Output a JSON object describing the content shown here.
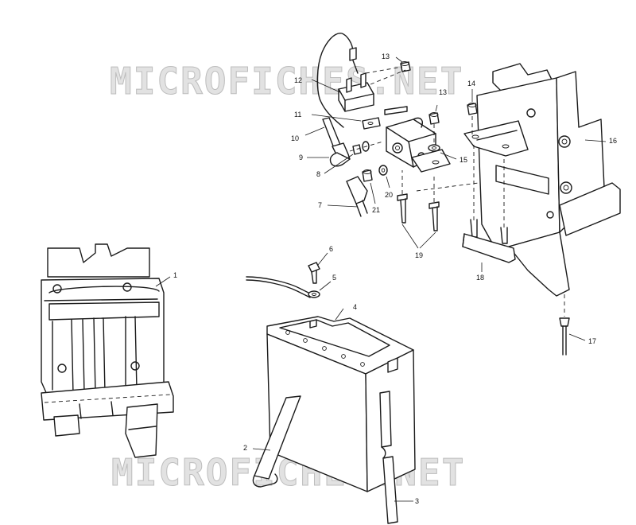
{
  "watermark": {
    "top": "MICROFICHES.NET",
    "bottom": "MICROFICHES.NET"
  },
  "callouts": {
    "c1": "1",
    "c2": "2",
    "c3": "3",
    "c4": "4",
    "c5": "5",
    "c6": "6",
    "c7": "7",
    "c8": "8",
    "c9": "9",
    "c10": "10",
    "c11": "11",
    "c12": "12",
    "c13a": "13",
    "c13b": "13",
    "c14": "14",
    "c15": "15",
    "c16": "16",
    "c17": "17",
    "c18": "18",
    "c19": "19",
    "c20": "20",
    "c21": "21"
  }
}
